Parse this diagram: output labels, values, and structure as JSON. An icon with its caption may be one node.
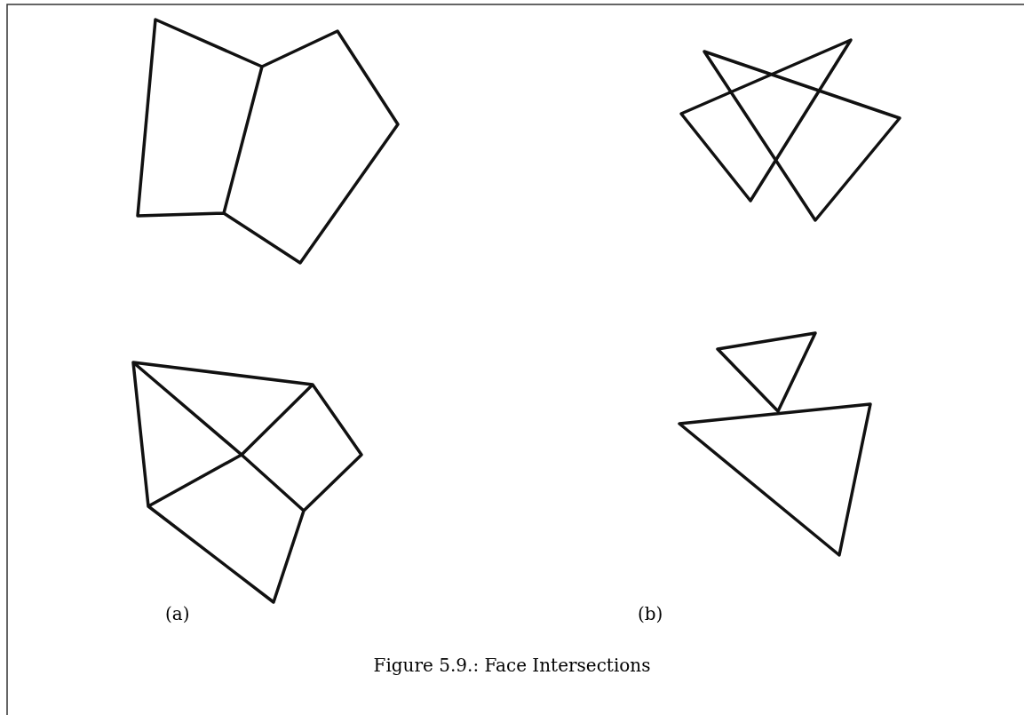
{
  "diagram": {
    "caption": "Figure 5.9.: Face Intersections",
    "labels": [
      "(a)",
      "(b)"
    ]
  }
}
